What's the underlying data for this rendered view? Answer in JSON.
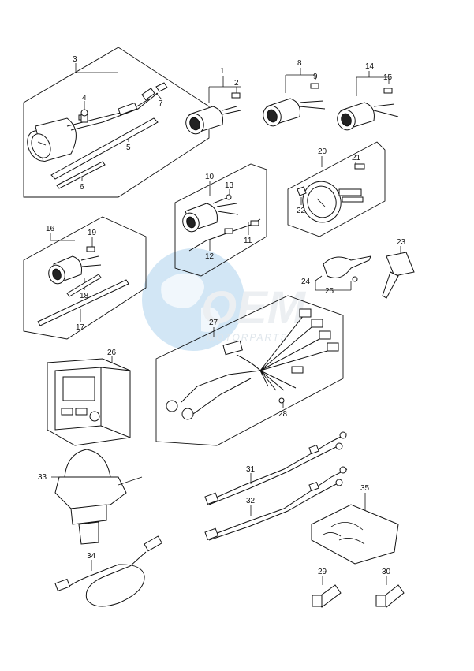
{
  "watermark": {
    "brand": "OEM",
    "sub": "MOTORPARTS"
  },
  "callouts": [
    "1",
    "2",
    "3",
    "4",
    "5",
    "6",
    "7",
    "8",
    "9",
    "10",
    "11",
    "12",
    "13",
    "14",
    "15",
    "16",
    "17",
    "18",
    "19",
    "20",
    "21",
    "22",
    "23",
    "24",
    "25",
    "26",
    "27",
    "28",
    "29",
    "30",
    "31",
    "32",
    "33",
    "34",
    "35"
  ],
  "colors": {
    "line": "#111111",
    "watermark_blue": "#3a8fd0",
    "watermark_grey": "#d6dde4"
  }
}
